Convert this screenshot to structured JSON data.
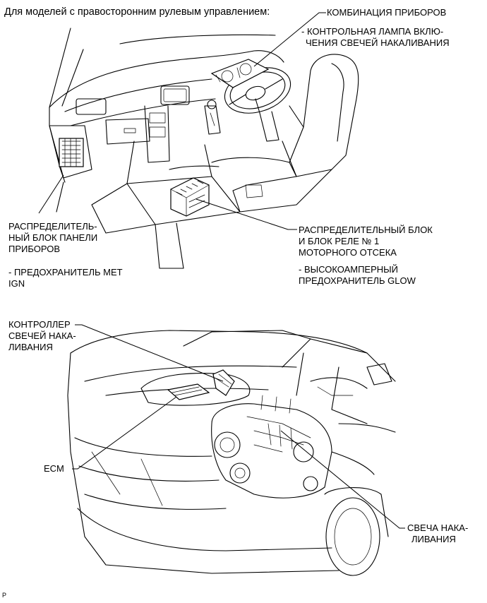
{
  "header": "Для моделей с правосторонним рулевым управлением:",
  "callouts": {
    "combination_meter": "КОМБИНАЦИЯ ПРИБОРОВ",
    "glow_lamp_1": "- КОНТРОЛЬНАЯ ЛАМПА ВКЛЮ-",
    "glow_lamp_2": "ЧЕНИЯ СВЕЧЕЙ НАКАЛИВАНИЯ",
    "panel_jb_1": "РАСПРЕДЕЛИТЕЛЬ-",
    "panel_jb_2": "НЫЙ БЛОК ПАНЕЛИ",
    "panel_jb_3": "ПРИБОРОВ",
    "met_fuse_1": "- ПРЕДОХРАНИТЕЛЬ MET",
    "met_fuse_2": "IGN",
    "engine_jb_1": "РАСПРЕДЕЛИТЕЛЬНЫЙ БЛОК",
    "engine_jb_2": "И БЛОК РЕЛЕ № 1",
    "engine_jb_3": "МОТОРНОГО ОТСЕКА",
    "glow_fuse_1": "- ВЫСОКОАМПЕРНЫЙ",
    "glow_fuse_2": "ПРЕДОХРАНИТЕЛЬ GLOW",
    "glow_ctrl_1": "КОНТРОЛЛЕР",
    "glow_ctrl_2": "СВЕЧЕЙ НАКА-",
    "glow_ctrl_3": "ЛИВАНИЯ",
    "ecm": "ECM",
    "glow_plug_1": "СВЕЧА НАКА-",
    "glow_plug_2": "ЛИВАНИЯ"
  },
  "footer_mark": "P",
  "icons": [
    "instrument-panel-illustration",
    "engine-compartment-illustration"
  ]
}
